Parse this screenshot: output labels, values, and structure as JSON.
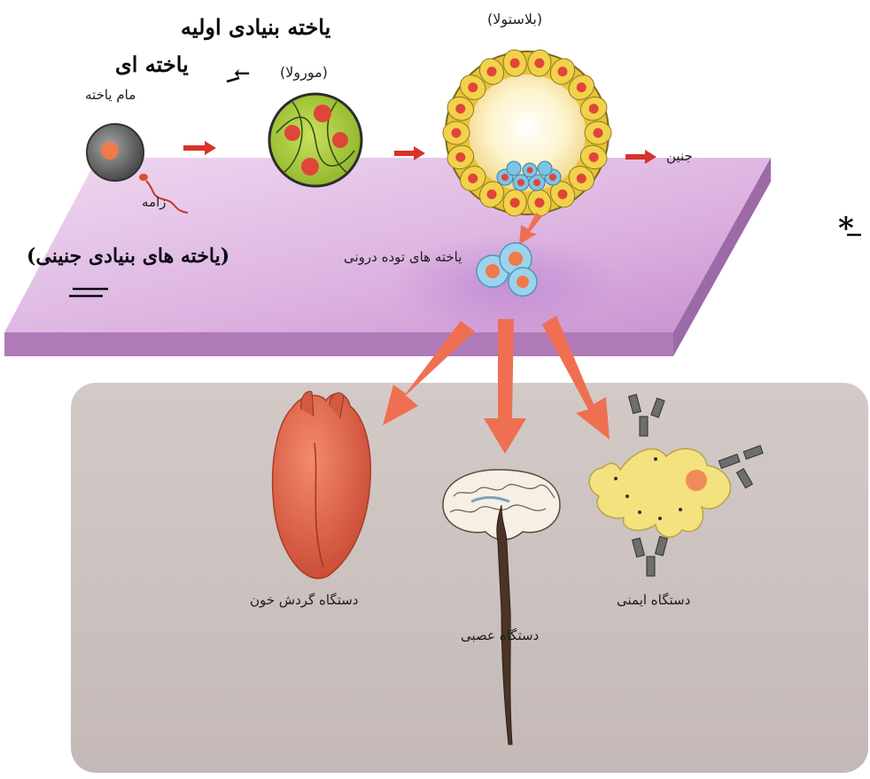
{
  "diagram": {
    "labels": {
      "egg_cell": "مام یاخته",
      "sperm": "زامه",
      "morula": "(مورولا)",
      "blastula": "(بلاستولا)",
      "embryo": "جنین",
      "inner_mass": "یاخته های توده درونی",
      "circulatory": "دستگاه گردش خون",
      "nervous": "دستگاه عصبی",
      "immune": "دستگاه ایمنی"
    },
    "handwriting": {
      "line1": "یاخته بنیادی اولیه",
      "line2": "یاخته ای",
      "line2_arrow": "←",
      "inner_mass_note": "(یاخته های بنیادی جنینی)",
      "star": "*"
    },
    "colors": {
      "platform": "#d9b4de",
      "bottom_panel": "#cdc3c1",
      "arrow_red": "#d8322a",
      "arrow_salmon": "#ef6f52",
      "cell_yellow": "#f2d24a",
      "nucleus_red": "#e0453a",
      "inner_cell_blue": "#7cc4e6",
      "heart": "#e8674c",
      "immune_cell": "#f3e27e"
    },
    "icons": [
      "egg-cell-icon",
      "sperm-icon",
      "morula-icon",
      "blastula-icon",
      "inner-mass-cells-icon",
      "heart-icon",
      "brain-spinal-cord-icon",
      "immune-cell-icon",
      "antibody-icon"
    ]
  }
}
